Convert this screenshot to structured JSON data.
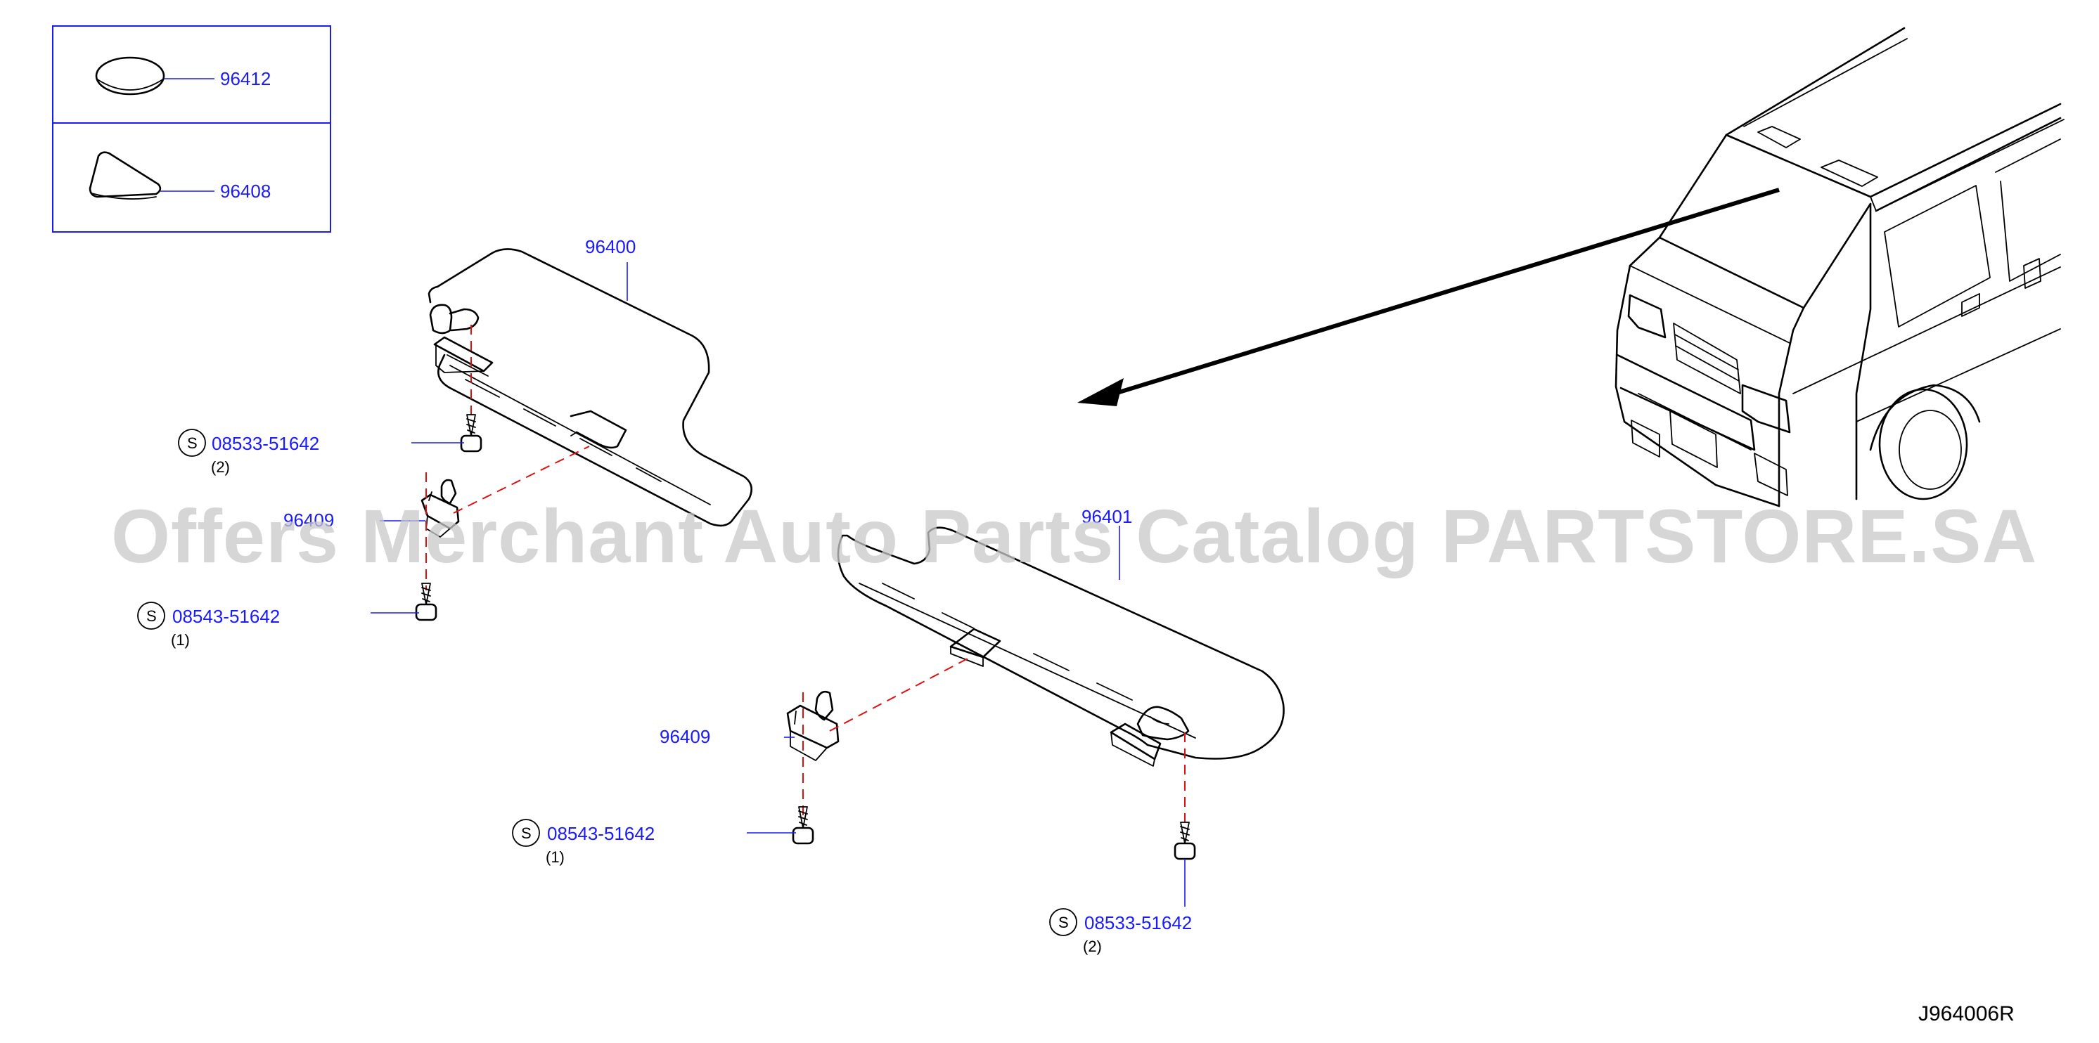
{
  "diagram_code": "J964006R",
  "watermark": "Offers Merchant Auto Parts Catalog PARTSTORE.SA",
  "colors": {
    "label": "#1a1aff",
    "line": "#000000",
    "dash": "#e01010",
    "watermark": "#c8c8c8"
  },
  "inset": {
    "parts": [
      {
        "part_no": "96412"
      },
      {
        "part_no": "96408"
      }
    ]
  },
  "parts": {
    "visor_left": "96400",
    "visor_right": "96401",
    "holder_left": "96409",
    "holder_right": "96409"
  },
  "screws": [
    {
      "symbol": "S",
      "part_no": "08533-51642",
      "qty": "(2)"
    },
    {
      "symbol": "S",
      "part_no": "08543-51642",
      "qty": "(1)"
    },
    {
      "symbol": "S",
      "part_no": "08543-51642",
      "qty": "(1)"
    },
    {
      "symbol": "S",
      "part_no": "08533-51642",
      "qty": "(2)"
    }
  ]
}
